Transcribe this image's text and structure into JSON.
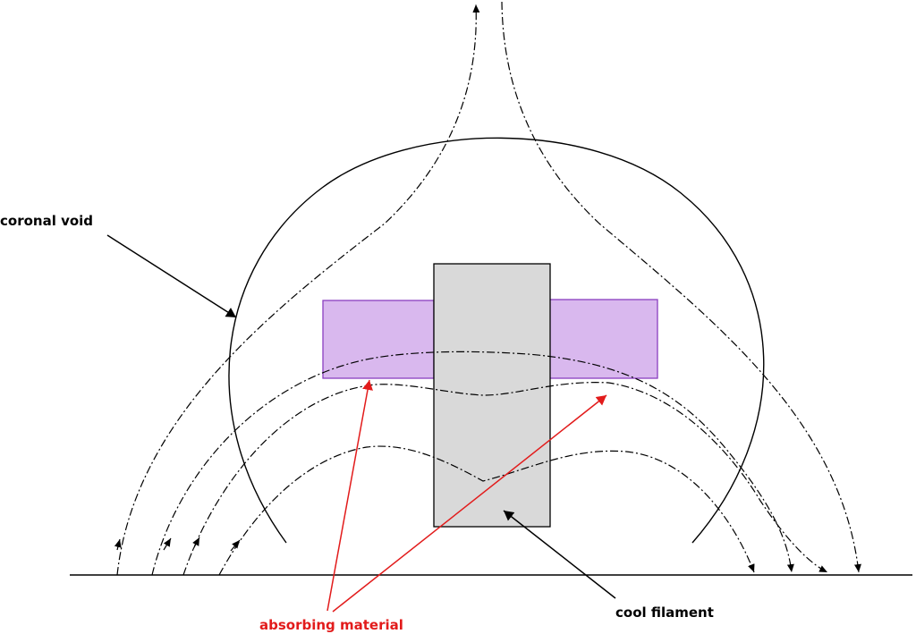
{
  "labels": {
    "coronal_void": "coronal void",
    "cool_filament": "cool filament",
    "absorbing_material": "absorbing material"
  },
  "colors": {
    "line": "#000000",
    "filament_fill": "#d9d9d9",
    "absorber_fill": "#d9b8ee",
    "absorber_stroke": "#8a3fbf",
    "absorbing_label": "#e21b1b",
    "background": "#ffffff"
  }
}
